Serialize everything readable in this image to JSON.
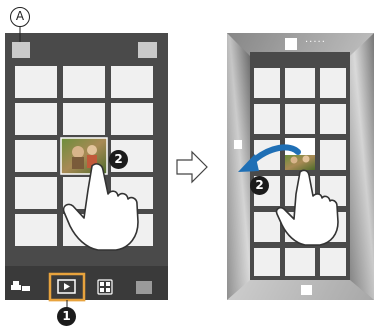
{
  "callouts": {
    "a": "A",
    "one": "1",
    "two_left": "2",
    "two_right": "2"
  },
  "right_panel": {
    "page_indicator": "....."
  },
  "icons": {
    "hand_left": "pointing-hand-icon",
    "hand_right": "pointing-hand-icon",
    "arrow_next": "outline-arrow-right-icon",
    "swipe_arrow": "curved-arrow-left-icon",
    "playback_tab": "play-icon",
    "calendar_tab": "calendar-icon",
    "category_tab": "category-icon"
  },
  "colors": {
    "screen_frame": "#4a4a4a",
    "tile": "#f0f0f0",
    "tab_bar": "#3a3a3a",
    "selected_tab": "#e8a33d",
    "swipe_arrow": "#1f6fb5",
    "frame_gradient": "#8a8a8a"
  }
}
